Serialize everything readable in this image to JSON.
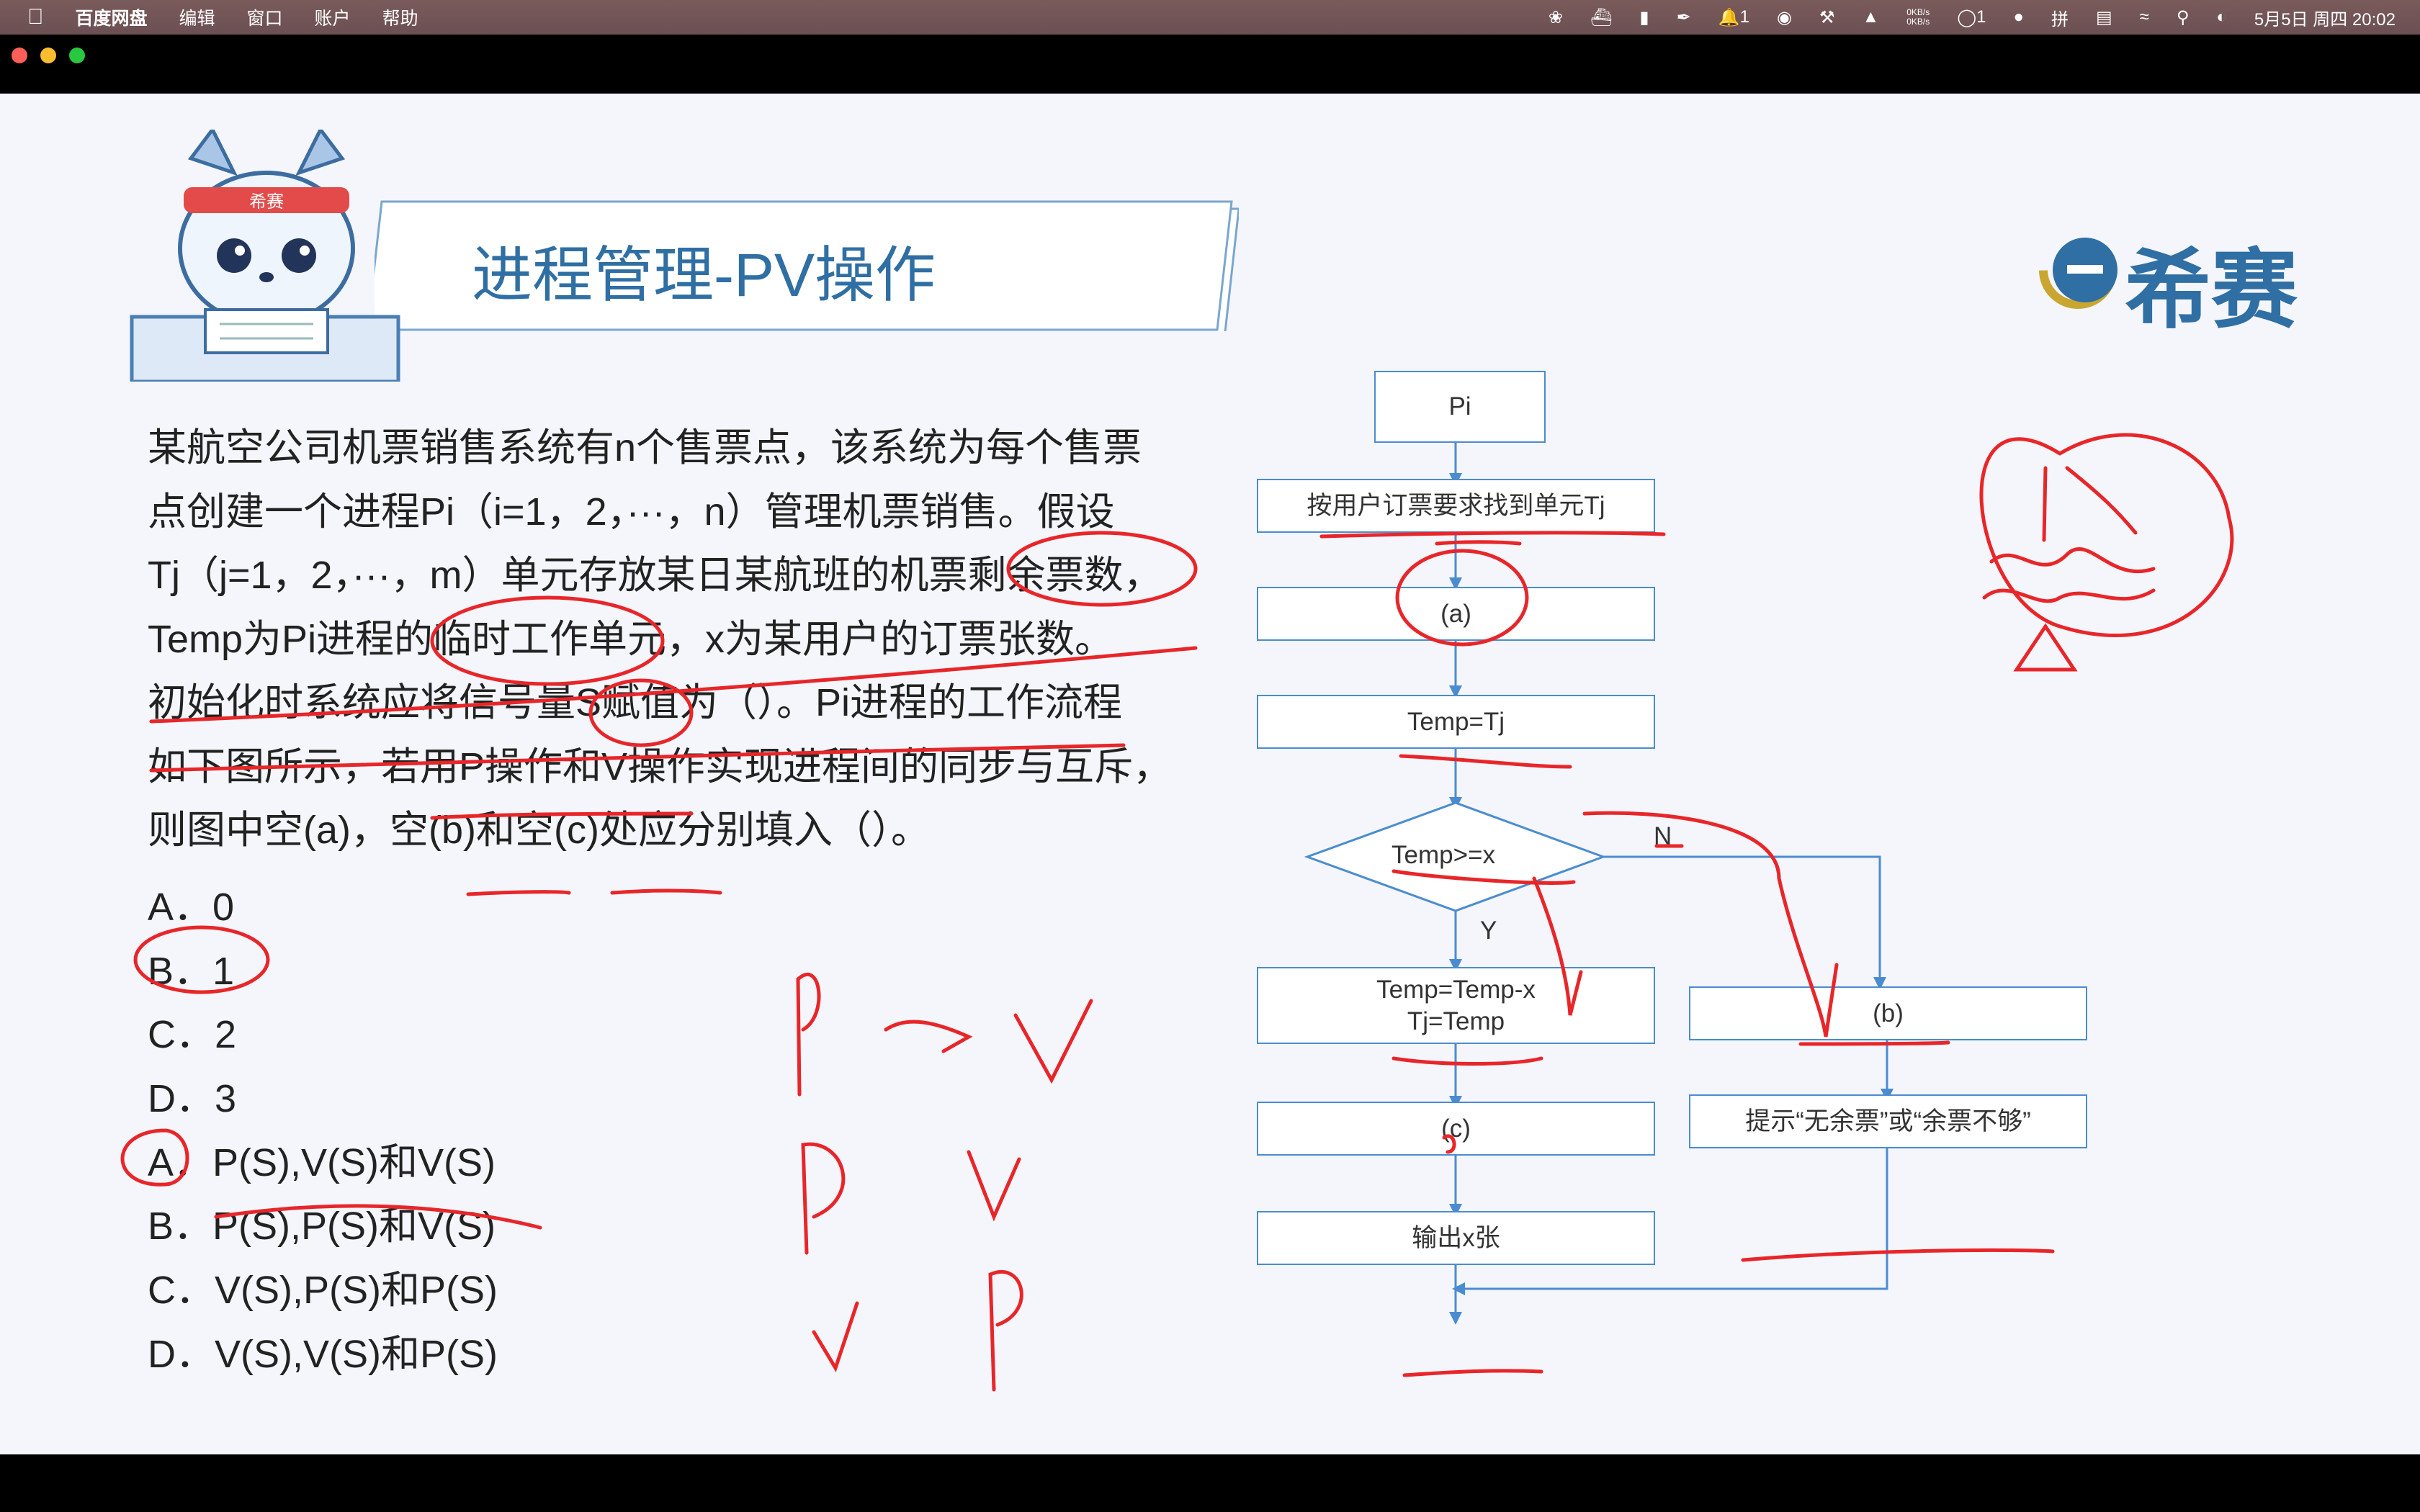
{
  "menubar": {
    "app": "百度网盘",
    "menus": [
      "编辑",
      "窗口",
      "账户",
      "帮助"
    ],
    "net_up": "0KB/s",
    "net_down": "0KB/s",
    "notify_count": "1",
    "chat_count": "1",
    "ime": "拼",
    "datetime": "5月5日 周四  20:02"
  },
  "slide": {
    "title": "进程管理-PV操作",
    "logo": "希赛",
    "mascot_band": "希赛",
    "question_lines": [
      "某航空公司机票销售系统有n个售票点，该系统为每个售票",
      "点创建一个进程Pi（i=1，2，···，n）管理机票销售。假设",
      "Tj（j=1，2，···，m）单元存放某日某航班的机票剩余票数，",
      "Temp为Pi进程的临时工作单元，x为某用户的订票张数。",
      "初始化时系统应将信号量S赋值为（）。Pi进程的工作流程",
      "如下图所示，若用P操作和V操作实现进程间的同步与互斥，",
      "则图中空(a)，空(b)和空(c)处应分别填入（）。"
    ],
    "options1": [
      "A．0",
      "B．1",
      "C．2",
      "D．3"
    ],
    "options2": [
      "A．P(S),V(S)和V(S)",
      "B．P(S),P(S)和V(S)",
      "C．V(S),P(S)和P(S)",
      "D．V(S),V(S)和P(S)"
    ],
    "flowchart": {
      "start": "Pi",
      "find": "按用户订票要求找到单元Tj",
      "a": "(a)",
      "assign": "Temp=Tj",
      "cond": "Temp>=x",
      "yes": "Y",
      "no": "N",
      "update1": "Temp=Temp-x",
      "update2": "Tj=Temp",
      "c": "(c)",
      "b": "(b)",
      "prompt": "提示“无余票”或“余票不够”",
      "output": "输出x张"
    },
    "colors": {
      "title": "#2f6fa3",
      "flow_line": "#4b8cd0",
      "ink": "#e8262a"
    }
  }
}
